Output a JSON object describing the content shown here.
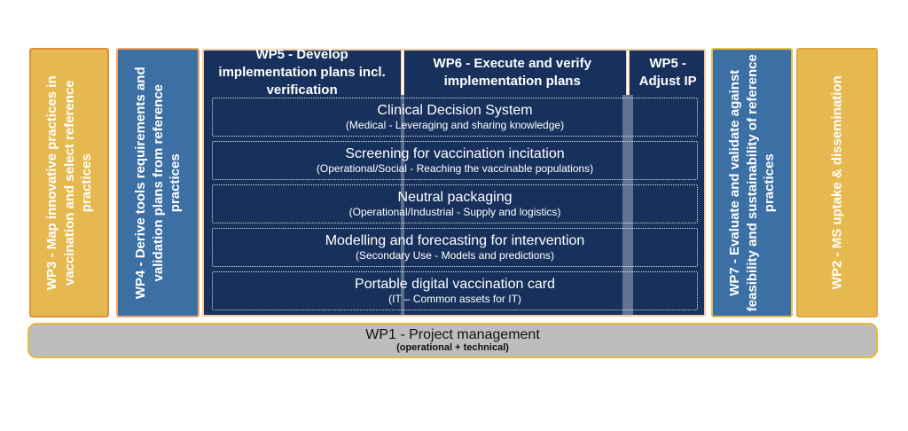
{
  "columns": {
    "wp3": {
      "label": "WP3 - Map innovative practices in vaccination and select reference practices",
      "fill": "#E6B950"
    },
    "wp4": {
      "label": "WP4 - Derive tools requirements and validation plans from reference practices",
      "fill": "#3C70A4"
    },
    "wp7": {
      "label": "WP7 - Evaluate and validate against feasibility and sustainability of reference practices",
      "fill": "#3C70A4"
    },
    "wp2": {
      "label": "WP2 - MS uptake & dissemination",
      "fill": "#E6B950"
    }
  },
  "center": {
    "fill": "#17315C",
    "border": "#F2C9A4",
    "headers": [
      {
        "label": "WP5 - Develop implementation plans incl. verification"
      },
      {
        "label": "WP6 - Execute and verify implementation plans"
      },
      {
        "label": "WP5 - Adjust IP"
      }
    ],
    "bars": [
      {
        "title": "Clinical Decision System",
        "subtitle": "(Medical - Leveraging and sharing knowledge)"
      },
      {
        "title": "Screening for vaccination incitation",
        "subtitle": "(Operational/Social - Reaching the vaccinable populations)"
      },
      {
        "title": "Neutral packaging",
        "subtitle": "(Operational/Industrial - Supply and logistics)"
      },
      {
        "title": "Modelling and forecasting for intervention",
        "subtitle": "(Secondary Use - Models and predictions)"
      },
      {
        "title": "Portable digital vaccination card",
        "subtitle": "(IT – Common assets for IT)"
      }
    ]
  },
  "footer": {
    "title": "WP1 - Project management",
    "subtitle": "(operational + technical)",
    "fill": "#BDBDBD",
    "border": "#E9B93C"
  }
}
